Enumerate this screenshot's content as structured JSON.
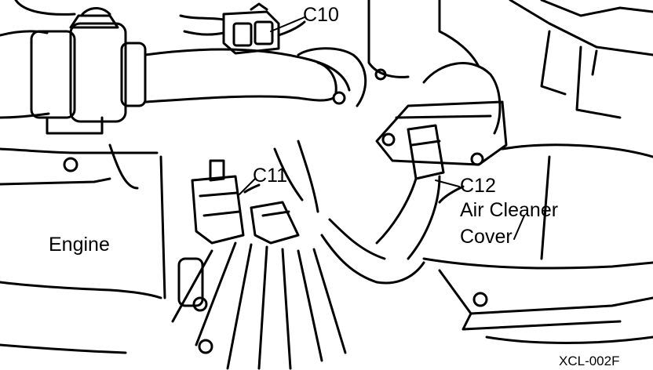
{
  "labels": {
    "c10": "C10",
    "c11": "C11",
    "c12": "C12",
    "air_cleaner_line1": "Air Cleaner",
    "air_cleaner_line2": "Cover",
    "engine": "Engine"
  },
  "figure_code": "XCL-002F",
  "colors": {
    "ink": "#000000",
    "paper": "#ffffff"
  }
}
